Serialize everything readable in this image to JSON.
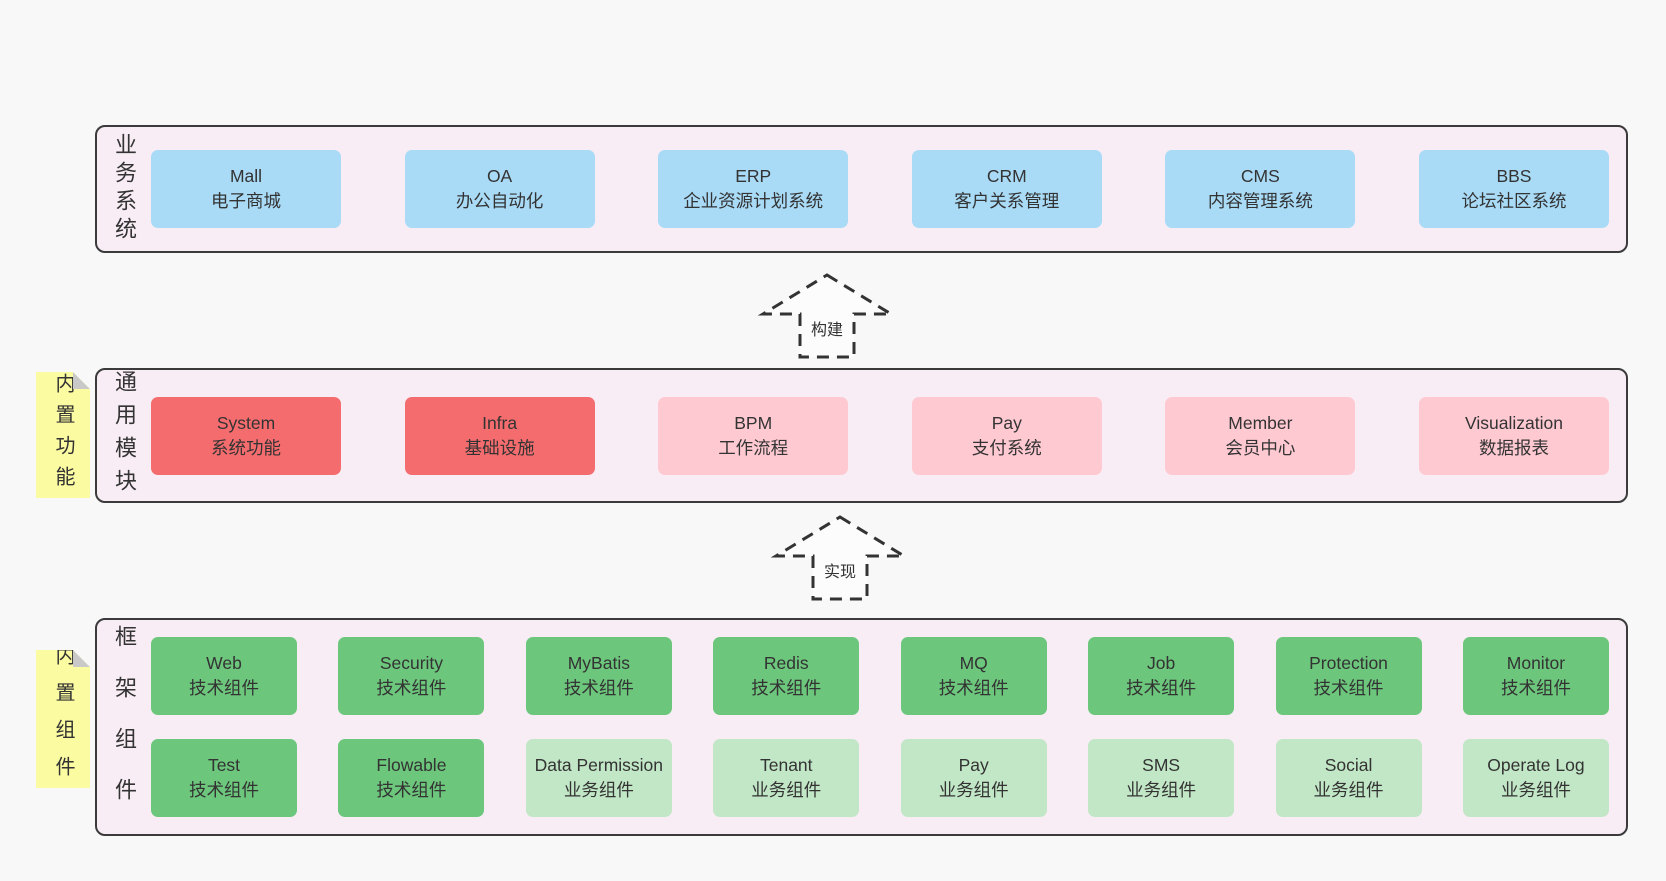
{
  "colors": {
    "page_bg": "#f8f8f8",
    "band_bg": "#f8edf5",
    "band_border": "#3b3b3b",
    "blue": "#a9dbf7",
    "red": "#f56c6e",
    "pink": "#ffc9d2",
    "green": "#6cc67c",
    "light_green": "#c2e7c6",
    "note_bg": "#fbfba2",
    "note_fold": "#c9c9c9",
    "text": "#333333"
  },
  "arrows": [
    {
      "label": "构建"
    },
    {
      "label": "实现"
    }
  ],
  "bands": [
    {
      "label": "业务系统",
      "rows": [
        [
          {
            "title": "Mall",
            "subtitle": "电子商城",
            "type": "blue"
          },
          {
            "title": "OA",
            "subtitle": "办公自动化",
            "type": "blue"
          },
          {
            "title": "ERP",
            "subtitle": "企业资源计划系统",
            "type": "blue"
          },
          {
            "title": "CRM",
            "subtitle": "客户关系管理",
            "type": "blue"
          },
          {
            "title": "CMS",
            "subtitle": "内容管理系统",
            "type": "blue"
          },
          {
            "title": "BBS",
            "subtitle": "论坛社区系统",
            "type": "blue"
          }
        ]
      ]
    },
    {
      "label": "通用模块",
      "note": "内置功能",
      "rows": [
        [
          {
            "title": "System",
            "subtitle": "系统功能",
            "type": "red"
          },
          {
            "title": "Infra",
            "subtitle": "基础设施",
            "type": "red"
          },
          {
            "title": "BPM",
            "subtitle": "工作流程",
            "type": "pink"
          },
          {
            "title": "Pay",
            "subtitle": "支付系统",
            "type": "pink"
          },
          {
            "title": "Member",
            "subtitle": "会员中心",
            "type": "pink"
          },
          {
            "title": "Visualization",
            "subtitle": "数据报表",
            "type": "pink"
          }
        ]
      ]
    },
    {
      "label": "框架组件",
      "note": "内置组件",
      "rows": [
        [
          {
            "title": "Web",
            "subtitle": "技术组件",
            "type": "green"
          },
          {
            "title": "Security",
            "subtitle": "技术组件",
            "type": "green"
          },
          {
            "title": "MyBatis",
            "subtitle": "技术组件",
            "type": "green"
          },
          {
            "title": "Redis",
            "subtitle": "技术组件",
            "type": "green"
          },
          {
            "title": "MQ",
            "subtitle": "技术组件",
            "type": "green"
          },
          {
            "title": "Job",
            "subtitle": "技术组件",
            "type": "green"
          },
          {
            "title": "Protection",
            "subtitle": "技术组件",
            "type": "green"
          },
          {
            "title": "Monitor",
            "subtitle": "技术组件",
            "type": "green"
          }
        ],
        [
          {
            "title": "Test",
            "subtitle": "技术组件",
            "type": "green"
          },
          {
            "title": "Flowable",
            "subtitle": "技术组件",
            "type": "green"
          },
          {
            "title": "Data Permission",
            "subtitle": "业务组件",
            "type": "lightgreen"
          },
          {
            "title": "Tenant",
            "subtitle": "业务组件",
            "type": "lightgreen"
          },
          {
            "title": "Pay",
            "subtitle": "业务组件",
            "type": "lightgreen"
          },
          {
            "title": "SMS",
            "subtitle": "业务组件",
            "type": "lightgreen"
          },
          {
            "title": "Social",
            "subtitle": "业务组件",
            "type": "lightgreen"
          },
          {
            "title": "Operate Log",
            "subtitle": "业务组件",
            "type": "lightgreen"
          }
        ]
      ]
    }
  ]
}
